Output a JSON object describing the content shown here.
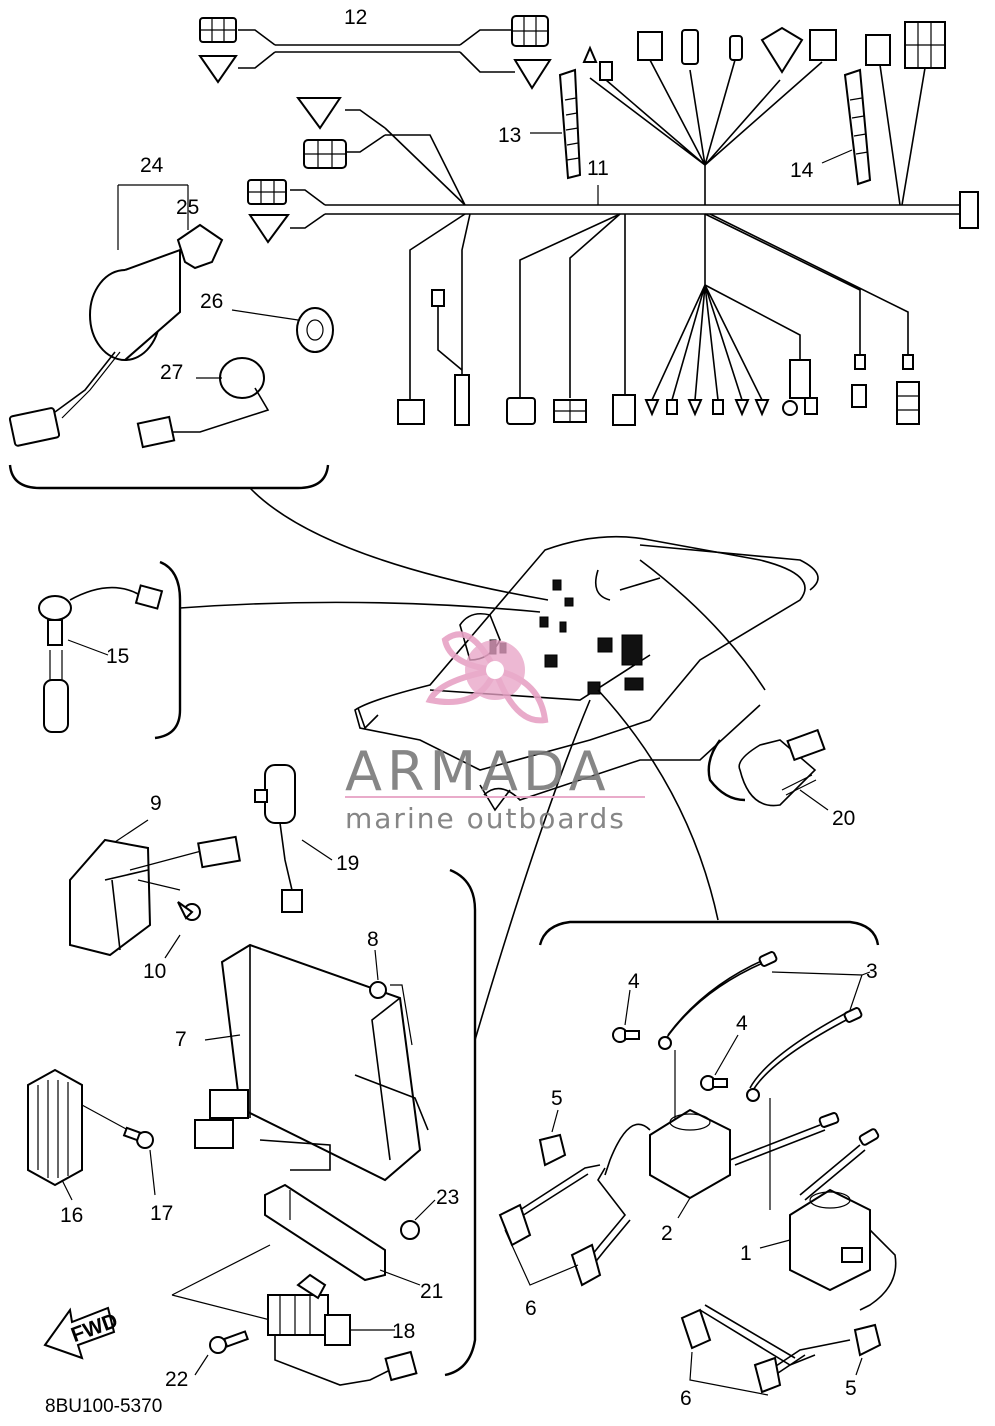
{
  "callouts": [
    {
      "id": "c1",
      "text": "1"
    },
    {
      "id": "c2",
      "text": "2"
    },
    {
      "id": "c3",
      "text": "3"
    },
    {
      "id": "c4a",
      "text": "4"
    },
    {
      "id": "c4b",
      "text": "4"
    },
    {
      "id": "c5a",
      "text": "5"
    },
    {
      "id": "c5b",
      "text": "5"
    },
    {
      "id": "c6a",
      "text": "6"
    },
    {
      "id": "c6b",
      "text": "6"
    },
    {
      "id": "c7",
      "text": "7"
    },
    {
      "id": "c8",
      "text": "8"
    },
    {
      "id": "c9",
      "text": "9"
    },
    {
      "id": "c10",
      "text": "10"
    },
    {
      "id": "c11",
      "text": "11"
    },
    {
      "id": "c12",
      "text": "12"
    },
    {
      "id": "c13",
      "text": "13"
    },
    {
      "id": "c14",
      "text": "14"
    },
    {
      "id": "c15",
      "text": "15"
    },
    {
      "id": "c16",
      "text": "16"
    },
    {
      "id": "c17",
      "text": "17"
    },
    {
      "id": "c18",
      "text": "18"
    },
    {
      "id": "c19",
      "text": "19"
    },
    {
      "id": "c20",
      "text": "20"
    },
    {
      "id": "c21",
      "text": "21"
    },
    {
      "id": "c22",
      "text": "22"
    },
    {
      "id": "c23",
      "text": "23"
    },
    {
      "id": "c24",
      "text": "24"
    },
    {
      "id": "c25",
      "text": "25"
    },
    {
      "id": "c26",
      "text": "26"
    },
    {
      "id": "c27",
      "text": "27"
    }
  ],
  "direction_arrow": {
    "text": "FWD"
  },
  "diagram_code": "8BU100-5370",
  "watermark": {
    "name": "ARMADA",
    "tagline": "marine outboards",
    "logo_color": "#e7a2c5",
    "text_color": "#7a7a7a"
  }
}
